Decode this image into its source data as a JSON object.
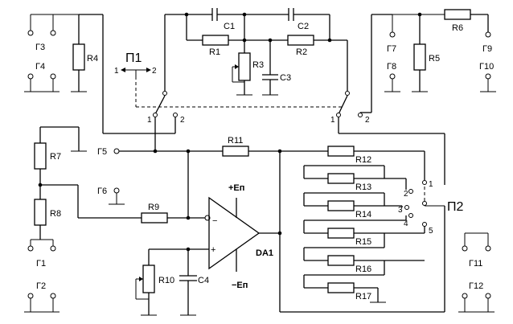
{
  "terminals": {
    "g1": "Г1",
    "g2": "Г2",
    "g3": "Г3",
    "g4": "Г4",
    "g5": "Г5",
    "g6": "Г6",
    "g7": "Г7",
    "g8": "Г8",
    "g9": "Г9",
    "g10": "Г10",
    "g11": "Г11",
    "g12": "Г12"
  },
  "resistors": {
    "r1": "R1",
    "r2": "R2",
    "r3": "R3",
    "r4": "R4",
    "r5": "R5",
    "r6": "R6",
    "r7": "R7",
    "r8": "R8",
    "r9": "R9",
    "r10": "R10",
    "r11": "R11",
    "r12": "R12",
    "r13": "R13",
    "r14": "R14",
    "r15": "R15",
    "r16": "R16",
    "r17": "R17"
  },
  "capacitors": {
    "c1": "C1",
    "c2": "C2",
    "c3": "C3",
    "c4": "C4"
  },
  "opamp": {
    "name": "DA1",
    "vpos": "+Eп",
    "vneg": "−Eп",
    "inv": "−",
    "noninv": "+"
  },
  "switches": {
    "p1": {
      "name": "П1",
      "pos1": "1",
      "pos2": "2",
      "pole_a_1": "1",
      "pole_a_2": "2",
      "pole_b_1": "1",
      "pole_b_2": "2"
    },
    "p2": {
      "name": "П2",
      "pos1": "1",
      "pos2": "2",
      "pos3": "3",
      "pos4": "4",
      "pos5": "5"
    }
  }
}
